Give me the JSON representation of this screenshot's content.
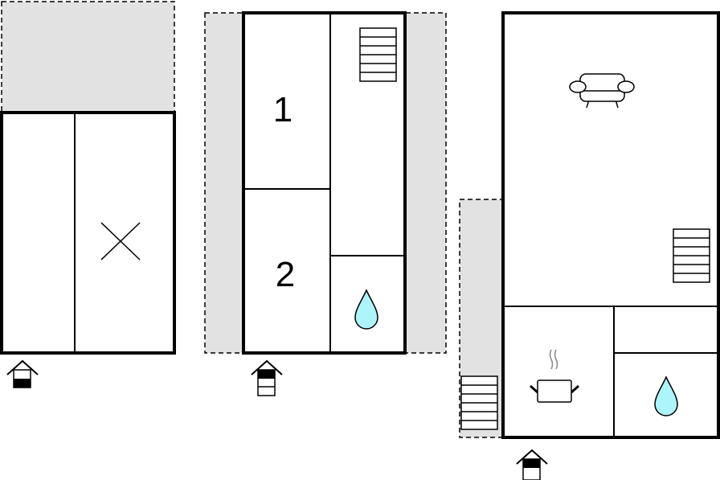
{
  "floorplan": {
    "colors": {
      "outdoor": "#e2e2e2",
      "water": "#aef4fb",
      "wall": "#000000",
      "steam": "#888888"
    },
    "plans": [
      {
        "name": "floor-plan-1",
        "floor_icon": "floor-bottom-icon"
      },
      {
        "name": "floor-plan-2",
        "floor_icon": "floor-top-icon",
        "rooms": [
          {
            "label": "1"
          },
          {
            "label": "2"
          }
        ]
      },
      {
        "name": "floor-plan-3",
        "floor_icon": "floor-top-icon"
      }
    ]
  }
}
